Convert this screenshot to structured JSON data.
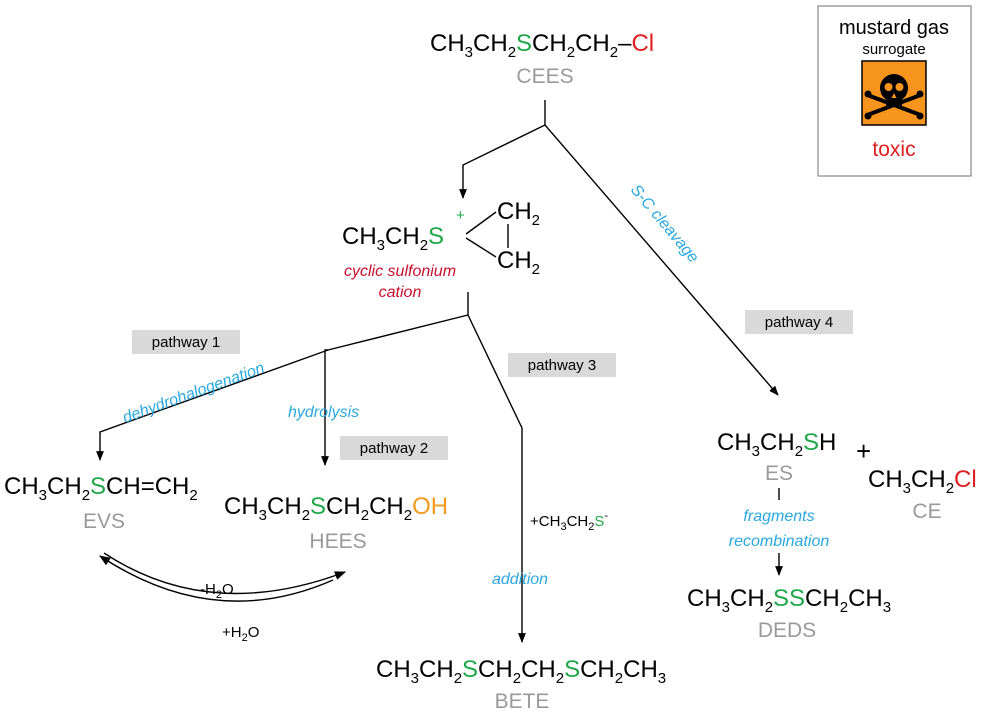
{
  "compounds": {
    "cees": {
      "formula": [
        "CH",
        "3",
        "CH",
        "2",
        "S",
        "CH",
        "2",
        "CH",
        "2",
        "–",
        "Cl"
      ],
      "label": "CEES"
    },
    "cation": {
      "formula": [
        "CH",
        "3",
        "CH",
        "2",
        "S",
        "+",
        "CH",
        "2",
        "CH",
        "2"
      ],
      "label_line1": "cyclic sulfonium",
      "label_line2": "cation"
    },
    "evs": {
      "formula": [
        "CH",
        "3",
        "CH",
        "2",
        "S",
        "CH=CH",
        "2"
      ],
      "label": "EVS"
    },
    "hees": {
      "formula": [
        "CH",
        "3",
        "CH",
        "2",
        "S",
        "CH",
        "2",
        "CH",
        "2",
        "OH"
      ],
      "label": "HEES"
    },
    "bete": {
      "formula": [
        "CH",
        "3",
        "CH",
        "2",
        "S",
        "CH",
        "2",
        "CH",
        "2",
        "S",
        "CH",
        "2",
        "CH",
        "3"
      ],
      "label": "BETE"
    },
    "es": {
      "formula": [
        "CH",
        "3",
        "CH",
        "2",
        "S",
        "H"
      ],
      "label": "ES"
    },
    "ce": {
      "formula": [
        "CH",
        "3",
        "CH",
        "2",
        "Cl"
      ],
      "label": "CE"
    },
    "deds": {
      "formula": [
        "CH",
        "3",
        "CH",
        "2",
        "SS",
        "CH",
        "2",
        "CH",
        "3"
      ],
      "label": "DEDS"
    }
  },
  "plus_sign": "+",
  "reagent": {
    "prefix": "+CH",
    "sub1": "3",
    "mid": "CH",
    "sub2": "2",
    "s": "S",
    "sup": "-"
  },
  "equilibrium": {
    "minus": "-H",
    "minus_sub": "2",
    "minus_o": "O",
    "plus": "+H",
    "plus_sub": "2",
    "plus_o": "O"
  },
  "pathways": {
    "p1": "pathway 1",
    "p2": "pathway 2",
    "p3": "pathway 3",
    "p4": "pathway 4"
  },
  "processes": {
    "dehydrohalogenation": "dehydrohalogenation",
    "hydrolysis": "hydrolysis",
    "addition": "addition",
    "sc_cleavage": "S-C cleavage",
    "fragments": "fragments",
    "recombination": "recombination"
  },
  "hazard": {
    "title": "mustard gas",
    "subtitle": "surrogate",
    "warning": "toxic",
    "icon": "skull-crossbones-icon",
    "colors": {
      "background": "#f7941d",
      "warning": "#e02020"
    }
  },
  "colors": {
    "sulfur": "#1fa84a",
    "chlorine": "#e02020",
    "hydroxyl": "#f39a1e",
    "process": "#29a8e0",
    "cation_label": "#c8102e",
    "compound_label": "#9a9a9a",
    "pathway_box": "#d9d9d9"
  }
}
